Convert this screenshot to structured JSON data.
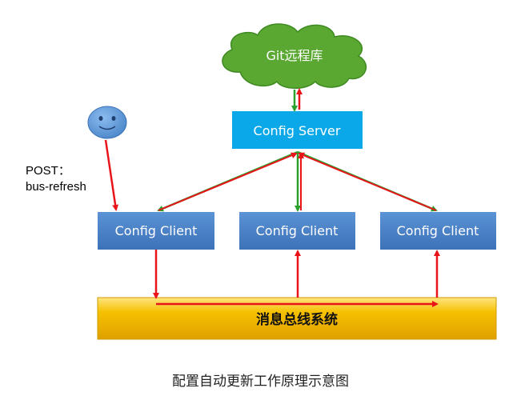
{
  "git_repo": {
    "label": "Git远程库"
  },
  "config_server": {
    "label": "Config Server"
  },
  "clients": [
    {
      "label": "Config Client"
    },
    {
      "label": "Config Client"
    },
    {
      "label": "Config Client"
    }
  ],
  "bus": {
    "label": "消息总线系统"
  },
  "post_label": {
    "line1": "POST：",
    "line2": "bus-refresh"
  },
  "caption": "配置自动更新工作原理示意图",
  "colors": {
    "cloud_fill": "#5aa832",
    "server_fill": "#0aa8e8",
    "client_fill": "#4a86c8",
    "bus_fill": "#f5b800",
    "arrow_green": "#2ca02c",
    "arrow_red": "#e8141a",
    "face_fill": "#5b9bd5"
  },
  "icons": {
    "user": "smiley-face-icon",
    "repo": "cloud-icon"
  }
}
